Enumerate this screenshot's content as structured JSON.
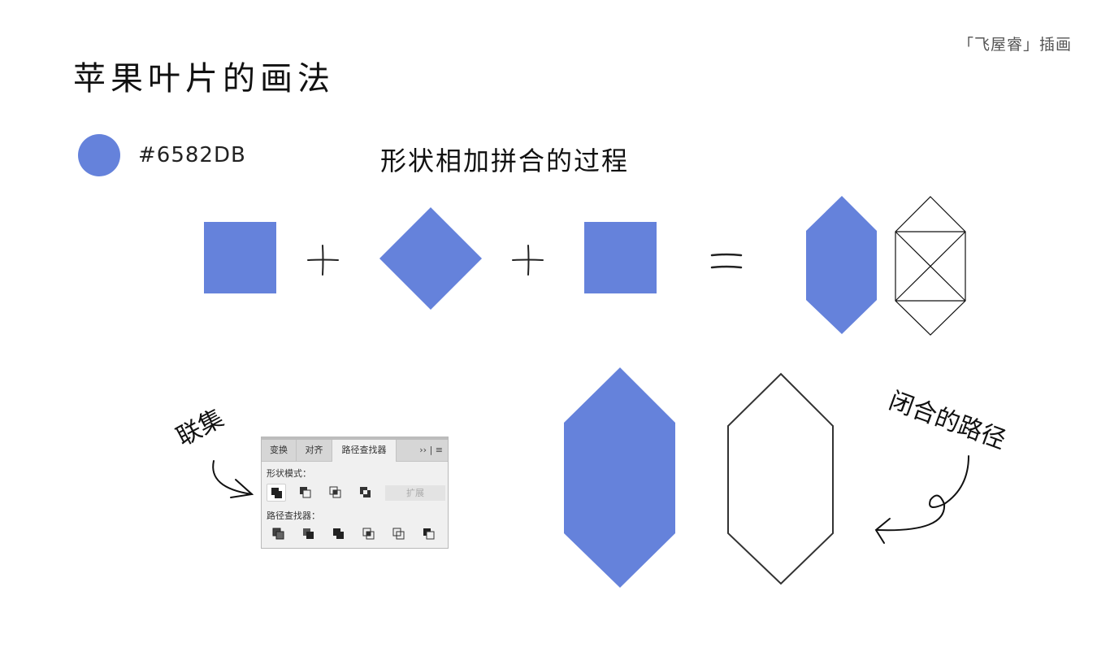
{
  "brand": "「飞屋睿」插画",
  "title": "苹果叶片的画法",
  "color": {
    "hex_label": "#6582DB",
    "swatch": "#6582DB"
  },
  "subtitle": "形状相加拼合的过程",
  "equation": {
    "plus": "+",
    "equals": "="
  },
  "labels": {
    "union": "联集",
    "closed_path": "闭合的路径"
  },
  "panel": {
    "tabs": [
      "变换",
      "对齐",
      "路径查找器"
    ],
    "active_tab": "路径查找器",
    "more": "›› | ≡",
    "shape_modes_label": "形状模式：",
    "pathfinders_label": "路径查找器：",
    "expand_label": "扩展",
    "shape_mode_icons": [
      "unite-icon",
      "minus-front-icon",
      "intersect-icon",
      "exclude-icon"
    ],
    "pathfinder_icons": [
      "divide-icon",
      "trim-icon",
      "merge-icon",
      "crop-icon",
      "outline-icon",
      "minus-back-icon"
    ]
  }
}
